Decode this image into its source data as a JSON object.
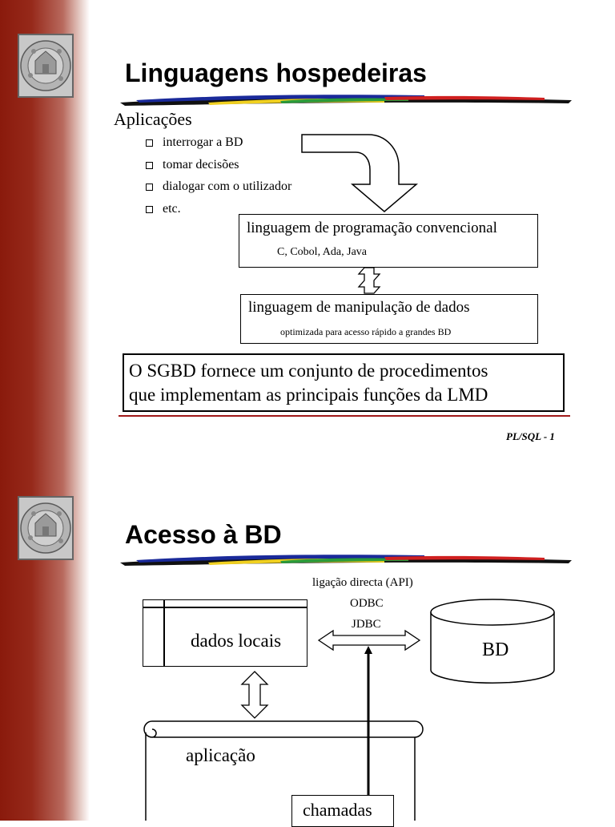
{
  "slide1": {
    "title": "Linguagens hospedeiras",
    "section_label": "Aplicações",
    "bullets": [
      "interrogar a BD",
      "tomar decisões",
      "dialogar com o utilizador",
      "etc."
    ],
    "box1": {
      "title": "linguagem de programação convencional",
      "subtitle": "C, Cobol, Ada, Java"
    },
    "box2": {
      "title": "linguagem de manipulação de dados",
      "subtitle": "optimizada para acesso rápido a grandes BD"
    },
    "note": {
      "line1": "O SGBD fornece um conjunto de procedimentos",
      "line2": "que implementam as principais funções da LMD"
    },
    "page_number": "PL/SQL - 1"
  },
  "slide2": {
    "title": "Acesso à BD",
    "connection_labels": [
      "ligação directa (API)",
      "ODBC",
      "JDBC"
    ],
    "local_data_label": "dados locais",
    "database_label": "BD",
    "application_label": "aplicação",
    "calls_label": "chamadas"
  },
  "colors": {
    "sidebar_dark": "#8a1a0c",
    "rule_red": "#a01818",
    "brush_colors": [
      "#1a2a9a",
      "#f0d020",
      "#2a9a3a",
      "#d02020",
      "#101010"
    ]
  },
  "icons": {
    "logo": "university-seal-logo",
    "bullet": "hollow-square-bullet"
  }
}
